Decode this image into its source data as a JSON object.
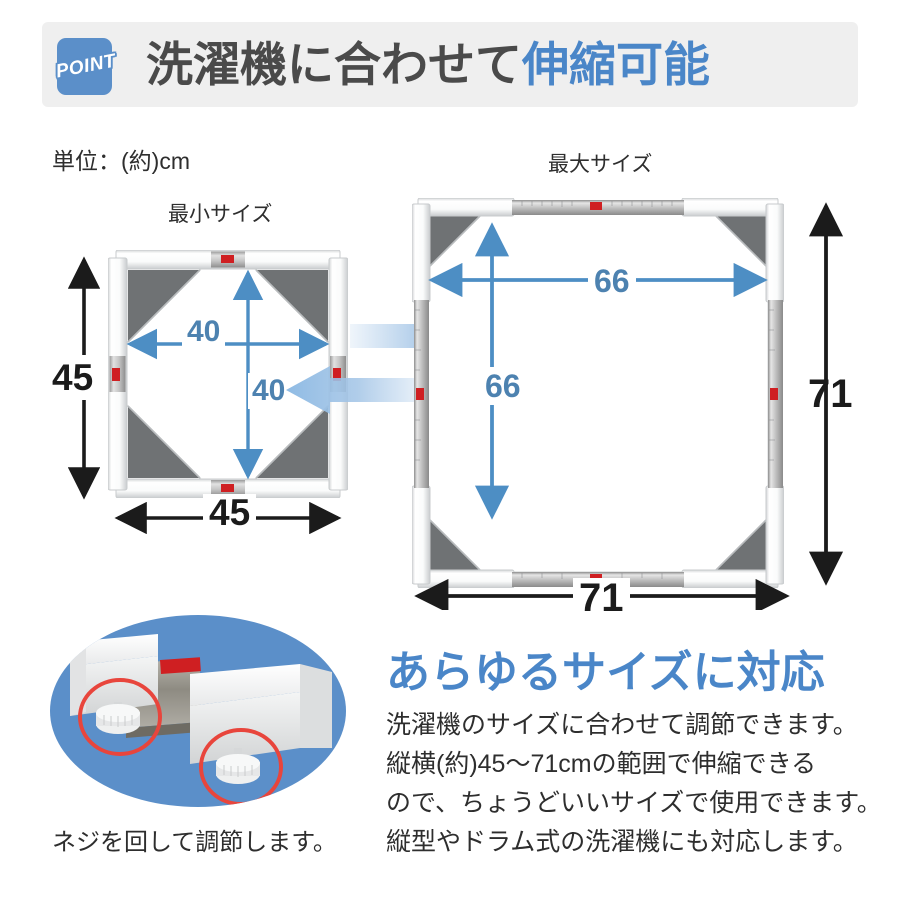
{
  "header": {
    "badge_label": "POINT",
    "title_black": "洗濯機に合わせて",
    "title_accent": "伸縮可能",
    "badge_color": "#5b8fc9",
    "band_color": "#efefef",
    "accent_color": "#4a86c8"
  },
  "diagram": {
    "unit_note": "単位：(約)cm",
    "min_label": "最小サイズ",
    "max_label": "最大サイズ",
    "min": {
      "inner_width": "40",
      "inner_height": "40",
      "outer_width": "45",
      "outer_height": "45"
    },
    "max": {
      "inner_width": "66",
      "inner_height": "66",
      "outer_width": "71",
      "outer_height": "71"
    },
    "dim_blue": "#4d82b0",
    "dim_black": "#1b1b1b",
    "transition_arrow_color": "#a8c8e8"
  },
  "screw_section": {
    "caption": "ネジを回して調節します。",
    "photo_bg": "#5b8fc9",
    "highlight_color": "#e8453c"
  },
  "bottom": {
    "heading": "あらゆるサイズに対応",
    "body_lines": [
      "洗濯機のサイズに合わせて調節できます。",
      "縦横(約)45〜71cmの範囲で伸縮できる",
      "ので、ちょうどいいサイズで使用できます。",
      "縦型やドラム式の洗濯機にも対応します。"
    ]
  }
}
